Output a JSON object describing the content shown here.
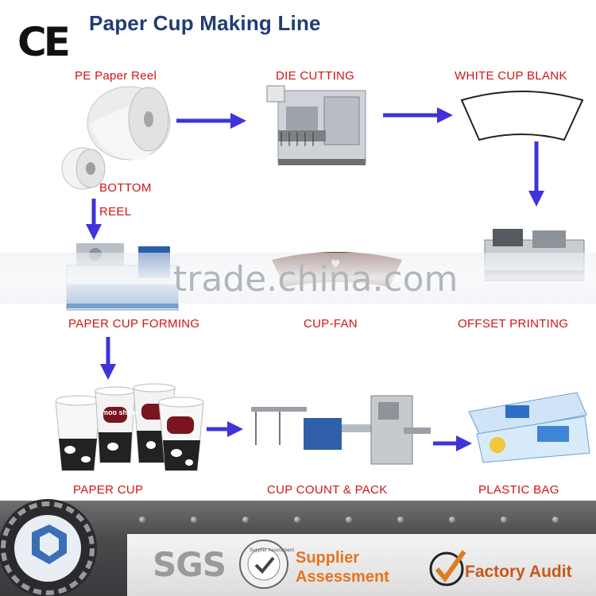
{
  "title": "Paper Cup Making Line",
  "ce_mark": "CE",
  "watermark": "trade.china.com",
  "labels": {
    "pe_paper_reel": "PE Paper Reel",
    "die_cutting": "DIE CUTTING",
    "white_cup_blank": "WHITE CUP BLANK",
    "bottom": "BOTTOM",
    "reel": "REEL",
    "paper_cup_forming": "PAPER CUP FORMING",
    "cup_fan": "CUP-FAN",
    "offset_printing": "OFFSET  PRINTING",
    "paper_cup": "PAPER CUP",
    "cup_count_pack": "CUP COUNT & PACK",
    "plastic_bag": "PLASTIC BAG"
  },
  "cup_brand_text": "moo shake",
  "footer": {
    "sgs": "SGS",
    "seal_text": "Supplier Assessment",
    "supplier_line1": "Supplier",
    "supplier_line2": "Assessment",
    "factory_audit": "Factory Audit"
  },
  "colors": {
    "title": "#1f3c74",
    "labels": "#d11414",
    "arrows": "#3f33d9",
    "supplier": "#e8731e",
    "factory": "#c9561a"
  }
}
